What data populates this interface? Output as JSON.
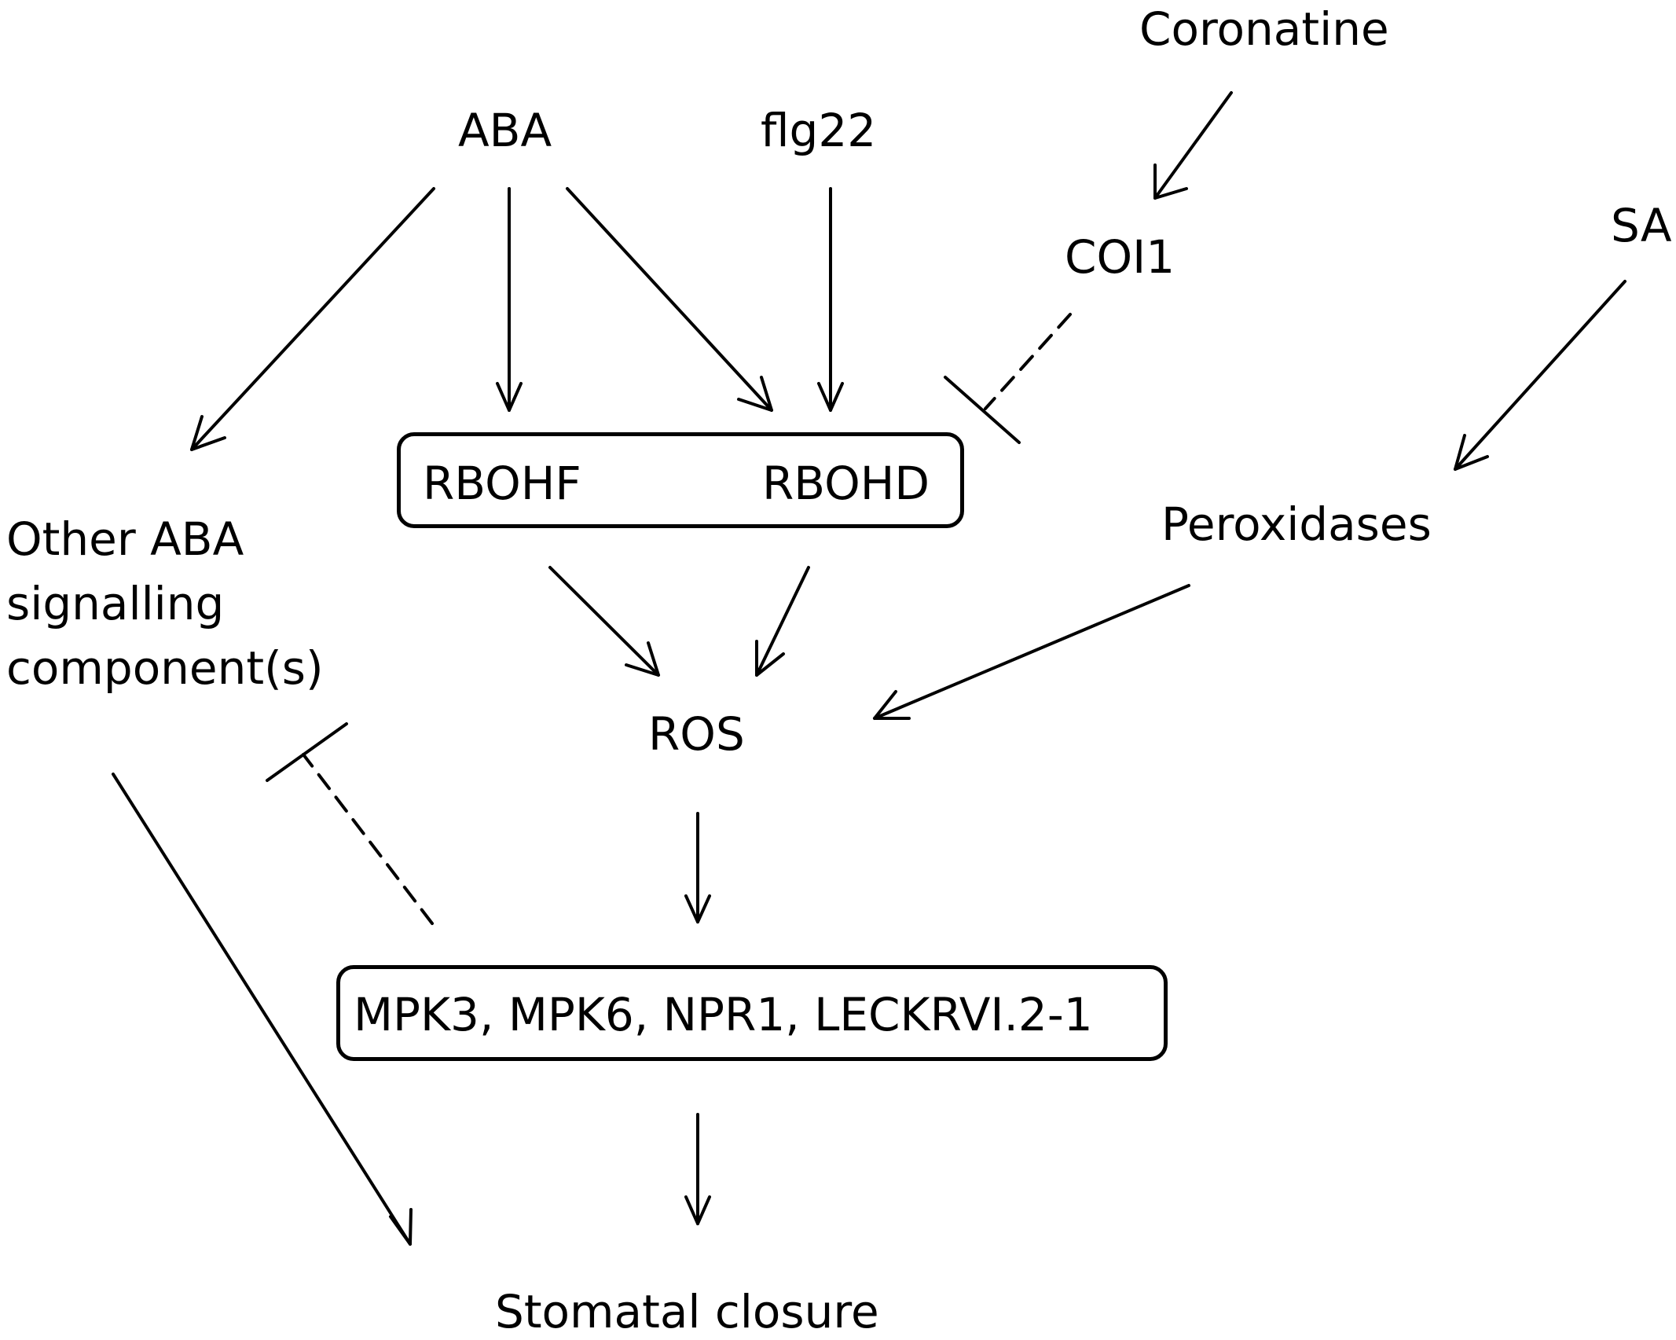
{
  "nodes": {
    "coronatine": "Coronatine",
    "aba": "ABA",
    "flg22": "flg22",
    "coi1": "COI1",
    "sa": "SA",
    "rbohf": "RBOHF",
    "rbohd": "RBOHD",
    "peroxidases": "Peroxidases",
    "other_aba": [
      "Other ABA",
      "signalling",
      "component(s)"
    ],
    "ros": "ROS",
    "kinases": "MPK3, MPK6, NPR1, LECKRVI.2-1",
    "closure": "Stomatal closure"
  },
  "edges": [
    {
      "from": "Coronatine",
      "to": "COI1",
      "type": "activation"
    },
    {
      "from": "ABA",
      "to": "Other ABA signalling component(s)",
      "type": "activation"
    },
    {
      "from": "ABA",
      "to": "RBOHF",
      "type": "activation"
    },
    {
      "from": "ABA",
      "to": "RBOHD",
      "type": "activation"
    },
    {
      "from": "flg22",
      "to": "RBOHD",
      "type": "activation"
    },
    {
      "from": "COI1",
      "to": "RBOHF / RBOHD",
      "type": "inhibition",
      "style": "dashed"
    },
    {
      "from": "SA",
      "to": "Peroxidases",
      "type": "activation"
    },
    {
      "from": "RBOHF",
      "to": "ROS",
      "type": "activation"
    },
    {
      "from": "RBOHD",
      "to": "ROS",
      "type": "activation"
    },
    {
      "from": "Peroxidases",
      "to": "ROS",
      "type": "activation"
    },
    {
      "from": "ROS",
      "to": "MPK3, MPK6, NPR1, LECKRVI.2-1",
      "type": "activation"
    },
    {
      "from": "MPK3, MPK6, NPR1, LECKRVI.2-1",
      "to": "Other ABA signalling component(s)",
      "type": "inhibition",
      "style": "dashed"
    },
    {
      "from": "MPK3, MPK6, NPR1, LECKRVI.2-1",
      "to": "Stomatal closure",
      "type": "activation"
    },
    {
      "from": "Other ABA signalling component(s)",
      "to": "Stomatal closure",
      "type": "activation"
    }
  ],
  "colors": {
    "line": "#000000",
    "background": "#ffffff"
  }
}
